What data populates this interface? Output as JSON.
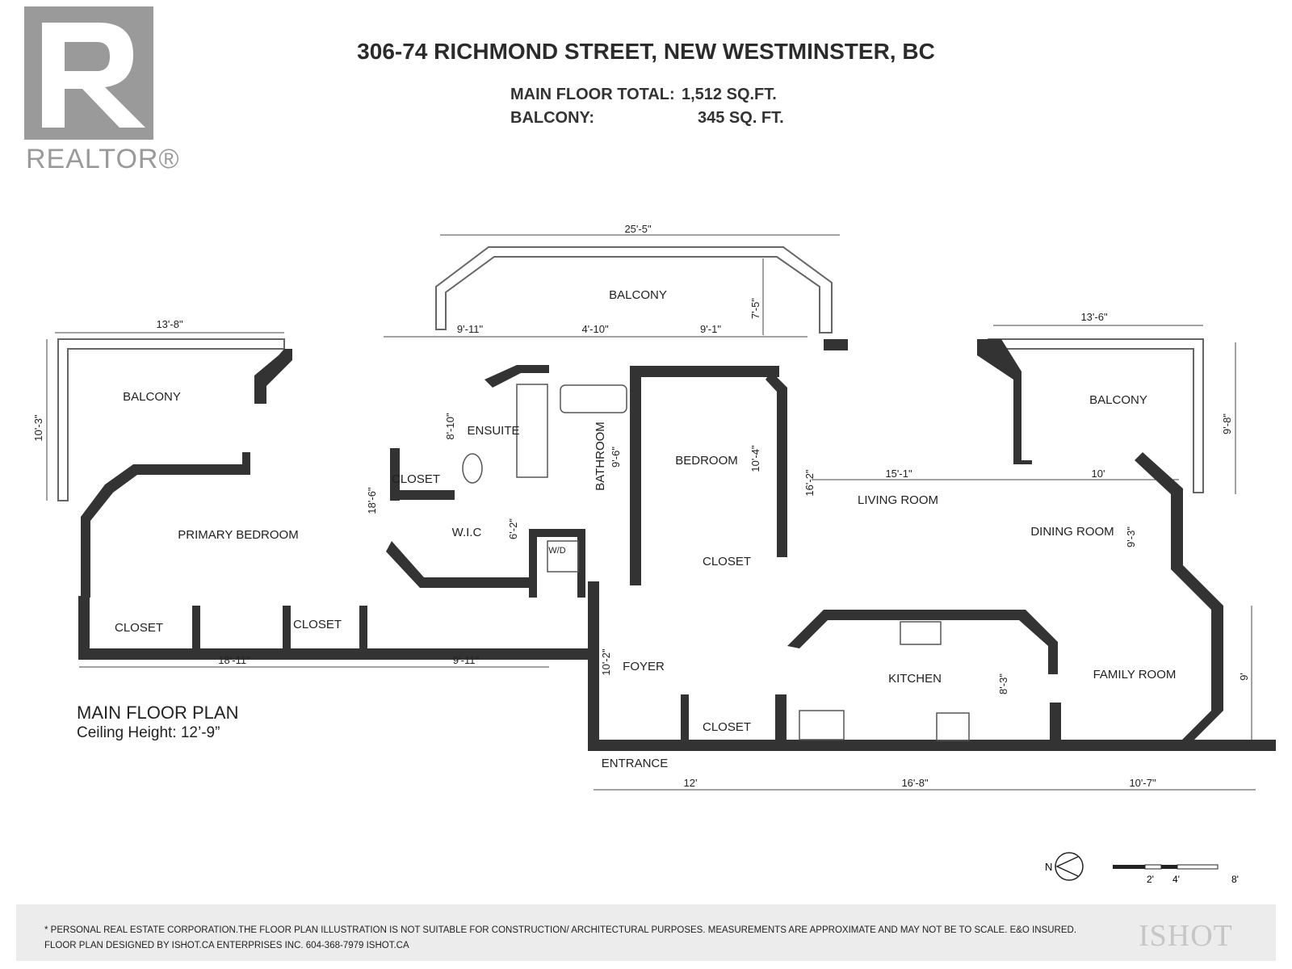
{
  "header": {
    "address": "306-74 RICHMOND STREET, NEW WESTMINSTER, BC",
    "main_floor_label": "MAIN FLOOR TOTAL:",
    "main_floor_value": "1,512 SQ.FT.",
    "balcony_label": "BALCONY:",
    "balcony_value": "345 SQ. FT."
  },
  "logo": {
    "text": "REALTOR®",
    "icon": "realtor-r-icon"
  },
  "rooms": {
    "balcony_top": "BALCONY",
    "balcony_left": "BALCONY",
    "balcony_right": "BALCONY",
    "primary_bedroom": "PRIMARY BEDROOM",
    "closet_pb_1": "CLOSET",
    "closet_pb_2": "CLOSET",
    "ensuite": "ENSUITE",
    "closet_ensuite": "CLOSET",
    "wic": "W.I.C",
    "wd": "W/D",
    "bathroom": "BATHROOM",
    "bedroom": "BEDROOM",
    "closet_bedroom": "CLOSET",
    "living_room": "LIVING ROOM",
    "dining_room": "DINING ROOM",
    "kitchen": "KITCHEN",
    "family_room": "FAMILY ROOM",
    "foyer": "FOYER",
    "closet_foyer": "CLOSET",
    "entrance": "ENTRANCE"
  },
  "dimensions": {
    "balcony_top_width": "25'-5\"",
    "balcony_top_depth": "7'-5\"",
    "balcony_left_width": "13'-8\"",
    "balcony_left_depth": "10'-3\"",
    "balcony_right_width": "13'-6\"",
    "balcony_right_depth": "9'-8\"",
    "top_seg_1": "9'-11\"",
    "top_seg_2": "4'-10\"",
    "top_seg_3": "9'-1\"",
    "ensuite_depth": "8'-10\"",
    "bathroom_depth": "9'-6\"",
    "bedroom_depth": "10'-4\"",
    "primary_depth": "18'-6\"",
    "wic_depth": "6'-2\"",
    "living_width": "15'-1\"",
    "living_depth": "16'-2\"",
    "dining_width": "10'",
    "dining_depth": "9'-3\"",
    "foyer_depth": "10'-2\"",
    "kitchen_depth": "8'-3\"",
    "family_depth": "9'",
    "bottom_left_1": "18'-11\"",
    "bottom_left_2": "9'-11\"",
    "bottom_1": "12'",
    "bottom_2": "16'-8\"",
    "bottom_3": "10'-7\""
  },
  "plan_title": "MAIN FLOOR PLAN",
  "plan_subtitle": "Ceiling Height: 12’-9”",
  "compass": {
    "label": "N",
    "icon": "north-arrow-icon"
  },
  "scale": {
    "labels": [
      "2'",
      "4'",
      "8'"
    ]
  },
  "footer": {
    "line1": "* PERSONAL REAL ESTATE CORPORATION.THE FLOOR PLAN ILLUSTRATION IS NOT SUITABLE FOR CONSTRUCTION/ ARCHITECTURAL PURPOSES. MEASUREMENTS ARE APPROXIMATE AND MAY NOT BE TO SCALE. E&O INSURED.",
    "line2": "FLOOR PLAN DESIGNED BY ISHOT.CA ENTERPRISES INC. 604-368-7979  ISHOT.CA",
    "logo": "ISHOT"
  },
  "colors": {
    "wall": "#333333",
    "line": "#222222",
    "logo_gray": "#9a9a9a",
    "footer_bg": "#ececec"
  }
}
